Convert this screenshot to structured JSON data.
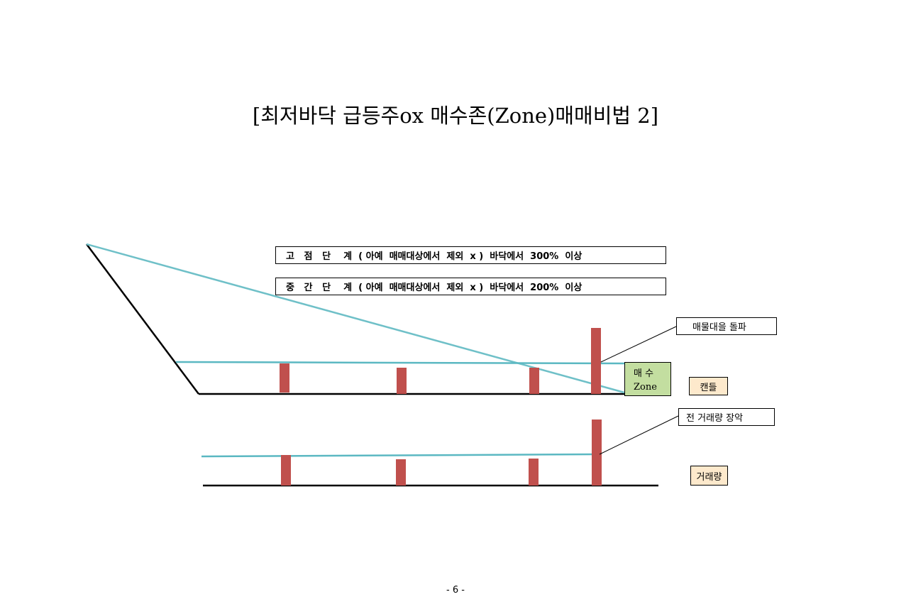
{
  "title": "[최저바닥 급등주ox 매수존(Zone)매매비법 2]",
  "stages": [
    {
      "label": "고   점   단    계  ( 아예  매매대상에서  제외  x )  바닥에서  300%  이상"
    },
    {
      "label": "중   간   단    계  ( 아예  매매대상에서  제외  x )  바닥에서  200%  이상"
    }
  ],
  "callouts": {
    "breakout": "매물대을 돌파",
    "volume_dominance": "전 거래량 장악"
  },
  "buy_zone": {
    "line1": "매 수",
    "line2": "Zone"
  },
  "legend": {
    "candle": "캔들",
    "volume": "거래량"
  },
  "page_number": "- 6 -",
  "colors": {
    "bar": "#c0504d",
    "line": "#6fc0c8",
    "buy_zone": "#c3dea0",
    "legend_bg": "#fde9cc"
  }
}
